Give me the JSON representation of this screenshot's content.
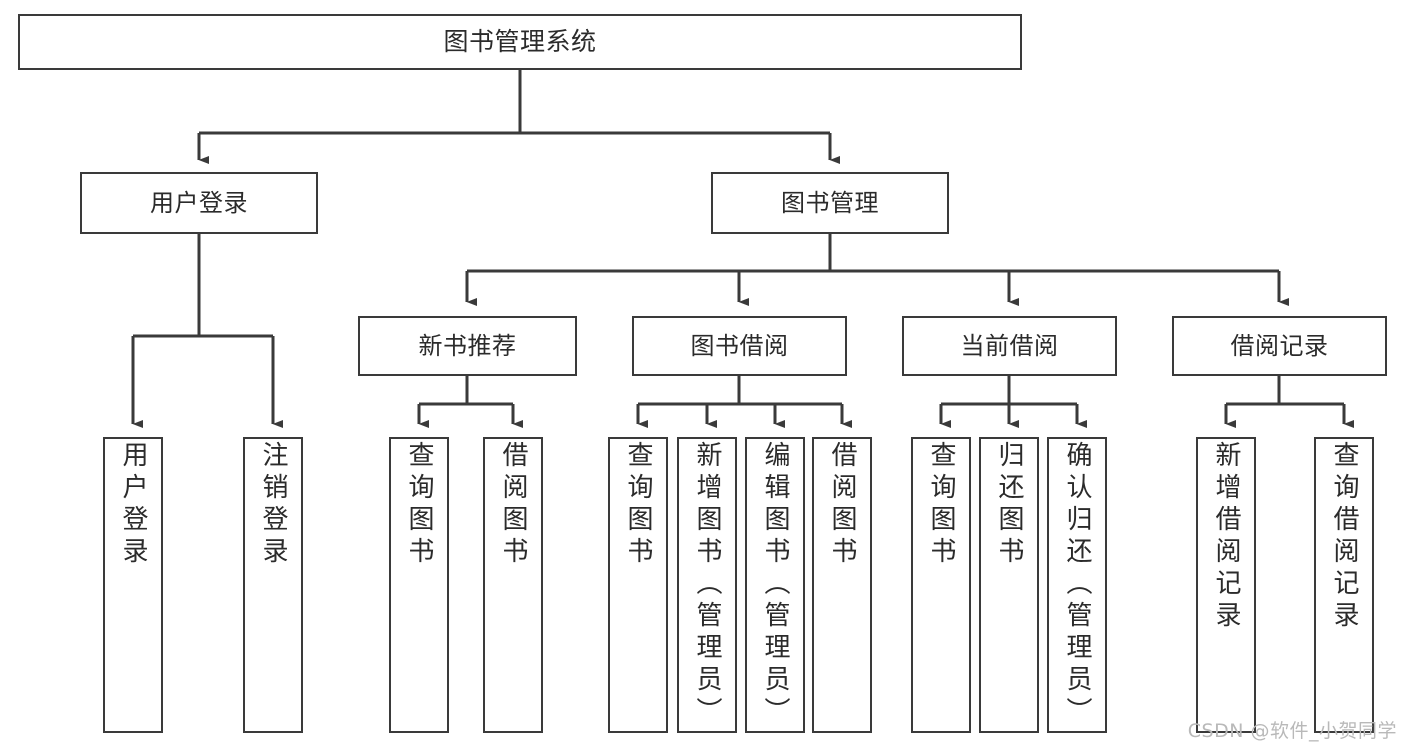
{
  "diagram": {
    "title": "图书管理系统",
    "type": "tree",
    "stroke_color": "#3a3a3a",
    "fill_color": "#ffffff",
    "text_color": "#2b2b2b",
    "levels": [
      {
        "level": 1,
        "nodes": [
          {
            "id": "root",
            "label": "图书管理系统",
            "orientation": "horizontal"
          }
        ]
      },
      {
        "level": 2,
        "nodes": [
          {
            "id": "login",
            "label": "用户登录",
            "orientation": "horizontal"
          },
          {
            "id": "bookmgmt",
            "label": "图书管理",
            "orientation": "horizontal"
          }
        ]
      },
      {
        "level": 3,
        "nodes": [
          {
            "id": "newbook",
            "label": "新书推荐",
            "orientation": "horizontal"
          },
          {
            "id": "borrow",
            "label": "图书借阅",
            "orientation": "horizontal"
          },
          {
            "id": "current",
            "label": "当前借阅",
            "orientation": "horizontal"
          },
          {
            "id": "record",
            "label": "借阅记录",
            "orientation": "horizontal"
          }
        ]
      },
      {
        "level": 4,
        "nodes": [
          {
            "id": "leaf1",
            "label": "用户登录",
            "orientation": "vertical",
            "parent": "login"
          },
          {
            "id": "leaf2",
            "label": "注销登录",
            "orientation": "vertical",
            "parent": "login"
          },
          {
            "id": "leaf3",
            "label": "查询图书",
            "orientation": "vertical",
            "parent": "newbook"
          },
          {
            "id": "leaf4",
            "label": "借阅图书",
            "orientation": "vertical",
            "parent": "newbook"
          },
          {
            "id": "leaf5",
            "label": "查询图书",
            "orientation": "vertical",
            "parent": "borrow"
          },
          {
            "id": "leaf6",
            "label": "新增图书（管理员）",
            "orientation": "vertical",
            "parent": "borrow"
          },
          {
            "id": "leaf7",
            "label": "编辑图书（管理员）",
            "orientation": "vertical",
            "parent": "borrow"
          },
          {
            "id": "leaf8",
            "label": "借阅图书",
            "orientation": "vertical",
            "parent": "borrow"
          },
          {
            "id": "leaf9",
            "label": "查询图书",
            "orientation": "vertical",
            "parent": "current"
          },
          {
            "id": "leaf10",
            "label": "归还图书",
            "orientation": "vertical",
            "parent": "current"
          },
          {
            "id": "leaf11",
            "label": "确认归还（管理员）",
            "orientation": "vertical",
            "parent": "current"
          },
          {
            "id": "leaf12",
            "label": "新增借阅记录",
            "orientation": "vertical",
            "parent": "record"
          },
          {
            "id": "leaf13",
            "label": "查询借阅记录",
            "orientation": "vertical",
            "parent": "record"
          }
        ]
      }
    ]
  },
  "watermark": {
    "text": "CSDN @软件_小贺同学"
  }
}
